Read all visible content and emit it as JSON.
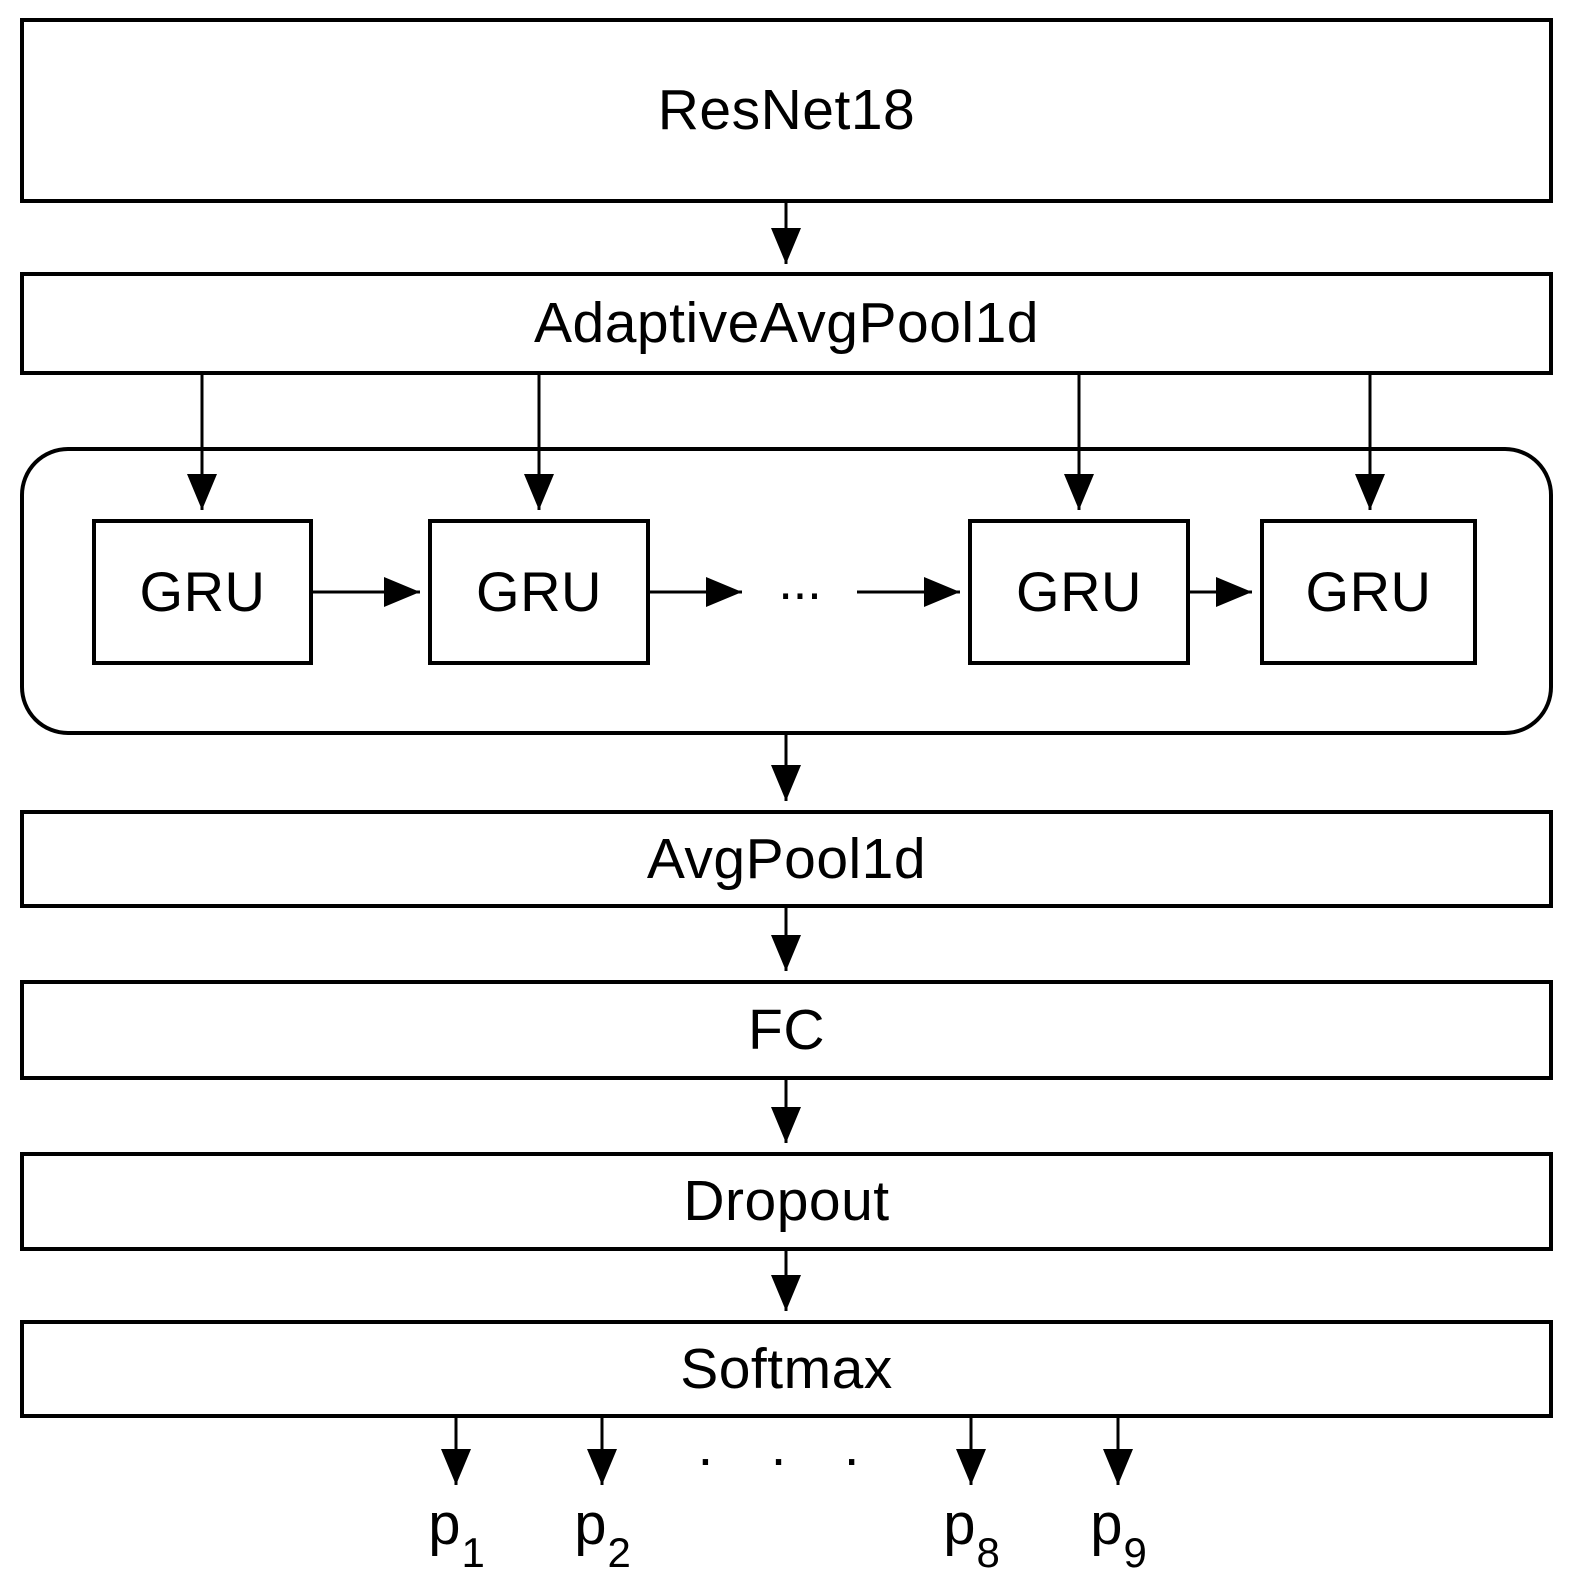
{
  "diagram": {
    "background_color": "#ffffff",
    "stroke_color": "#000000",
    "blocks": {
      "resnet": "ResNet18",
      "adaptive_pool": "AdaptiveAvgPool1d",
      "gru": "GRU",
      "avgpool": "AvgPool1d",
      "fc": "FC",
      "dropout": "Dropout",
      "softmax": "Softmax"
    },
    "gru_ellipsis": "...",
    "output_ellipsis": ". . .",
    "outputs": [
      {
        "base": "p",
        "sub": "1"
      },
      {
        "base": "p",
        "sub": "2"
      },
      {
        "base": "p",
        "sub": "8"
      },
      {
        "base": "p",
        "sub": "9"
      }
    ]
  }
}
